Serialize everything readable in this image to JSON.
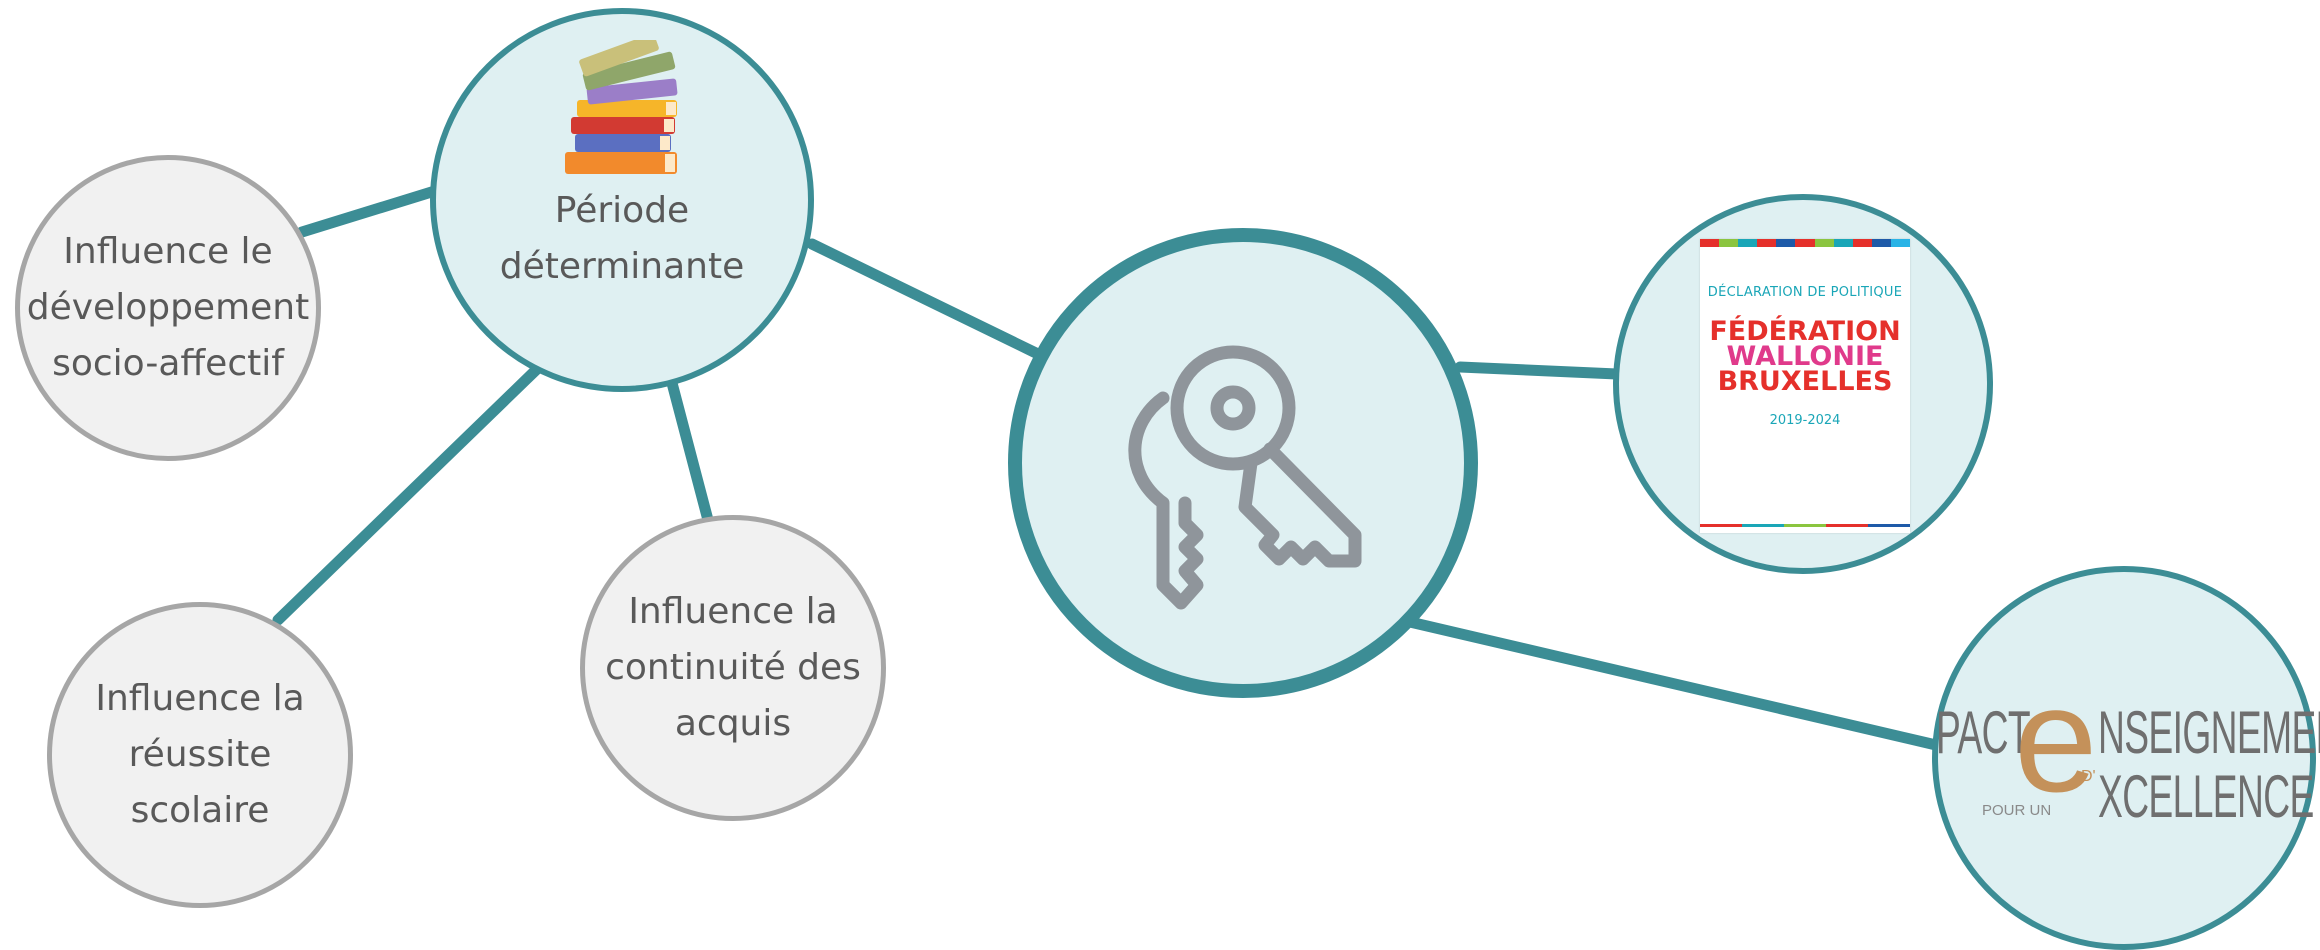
{
  "center_node": {
    "icon": "key-icon"
  },
  "hub_node": {
    "label": "Période\ndéterminante",
    "icon": "books-icon"
  },
  "satellites": [
    {
      "label": "Influence le\ndéveloppement\nsocio-affectif"
    },
    {
      "label": "Influence la\nréussite\nscolaire"
    },
    {
      "label": "Influence la\ncontinuité des\nacquis"
    }
  ],
  "declaration_doc": {
    "kicker": "DÉCLARATION DE POLITIQUE",
    "title_lines": [
      "FÉDÉRATION",
      "WALLONIE",
      "BRUXELLES"
    ],
    "years": "2019-2024"
  },
  "pacte_logo": {
    "pacte": "PACT",
    "e": "e",
    "nseignement": "NSEIGNEMENT",
    "pour_un": "POUR UN",
    "d": "D'",
    "xcellence": "XCELLENCE"
  },
  "colors": {
    "teal_border": "#3c8d95",
    "teal_fill": "#dff0f2",
    "grey_border": "#a6a6a6",
    "grey_fill": "#f1f1f1",
    "text": "#595959",
    "key_icon": "#8f959b"
  }
}
